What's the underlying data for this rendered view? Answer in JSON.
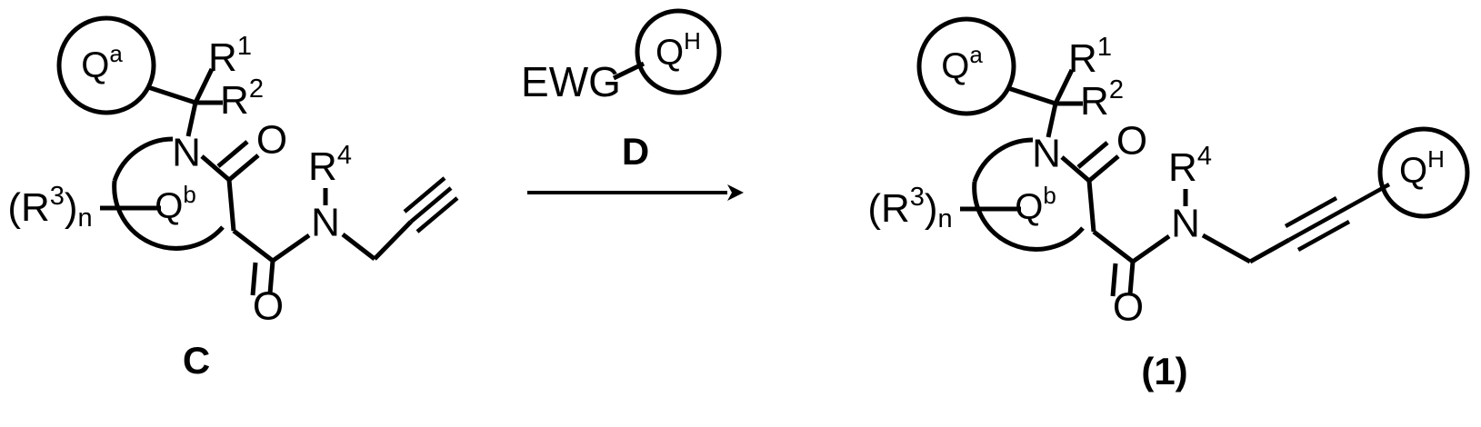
{
  "scheme": {
    "type": "chemical-reaction-scheme",
    "background_color": "#ffffff",
    "line_color": "#000000"
  },
  "reactant": {
    "compound_label": "C",
    "ring_qa_label": "Q",
    "ring_qa_superscript": "a",
    "ring_qb_label": "Q",
    "ring_qb_superscript": "b",
    "substituent_r1": "R",
    "substituent_r1_superscript": "1",
    "substituent_r2": "R",
    "substituent_r2_superscript": "2",
    "substituent_r3_open": "(R",
    "substituent_r3_superscript": "3",
    "substituent_r3_close": ")",
    "substituent_r3_subscript": "n",
    "substituent_r4": "R",
    "substituent_r4_superscript": "4",
    "ring_nitrogen": "N",
    "amide_nitrogen": "N",
    "ketone_oxygen": "O",
    "amide_oxygen": "O",
    "terminal_group": "terminal-alkyne"
  },
  "reagent": {
    "compound_label": "D",
    "ewg_label": "EWG",
    "ring_qh_label": "Q",
    "ring_qh_superscript": "H"
  },
  "arrow": {
    "direction": "right",
    "label_above": "D"
  },
  "product": {
    "compound_label": "(1)",
    "ring_qa_label": "Q",
    "ring_qa_superscript": "a",
    "ring_qb_label": "Q",
    "ring_qb_superscript": "b",
    "ring_qh_label": "Q",
    "ring_qh_superscript": "H",
    "substituent_r1": "R",
    "substituent_r1_superscript": "1",
    "substituent_r2": "R",
    "substituent_r2_superscript": "2",
    "substituent_r3_open": "(R",
    "substituent_r3_superscript": "3",
    "substituent_r3_close": ")",
    "substituent_r3_subscript": "n",
    "substituent_r4": "R",
    "substituent_r4_superscript": "4",
    "ring_nitrogen": "N",
    "amide_nitrogen": "N",
    "ketone_oxygen": "O",
    "amide_oxygen": "O",
    "terminal_group": "internal-alkyne-aryl"
  }
}
